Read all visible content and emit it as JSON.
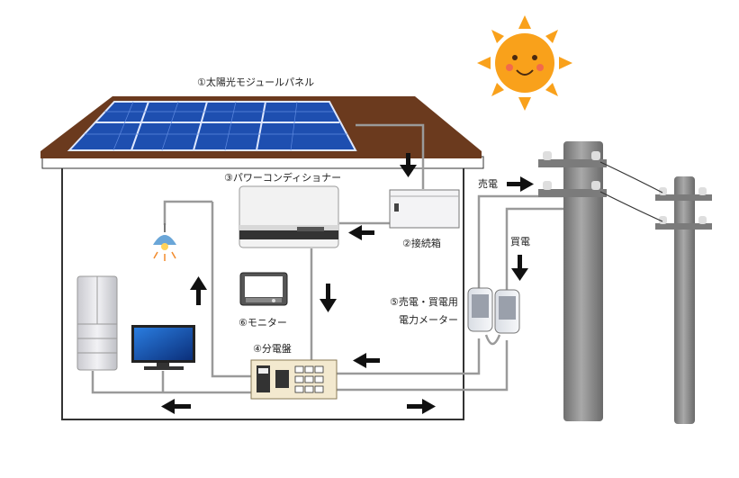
{
  "labels": {
    "solar_panel": "①太陽光モジュールパネル",
    "power_conditioner": "③パワーコンディショナー",
    "junction_box": "②接続箱",
    "monitor": "⑥モニター",
    "distribution_board": "④分電盤",
    "meter_line1": "⑤売電・買電用",
    "meter_line2": "電力メーター",
    "sell_power": "売電",
    "buy_power": "買電"
  },
  "colors": {
    "roof": "#6b3a1e",
    "panel": "#1e4fb0",
    "sun": "#f9a11b",
    "pole": "#8a8a8a",
    "wire": "#9a9a9a",
    "house_outline": "#333333"
  }
}
